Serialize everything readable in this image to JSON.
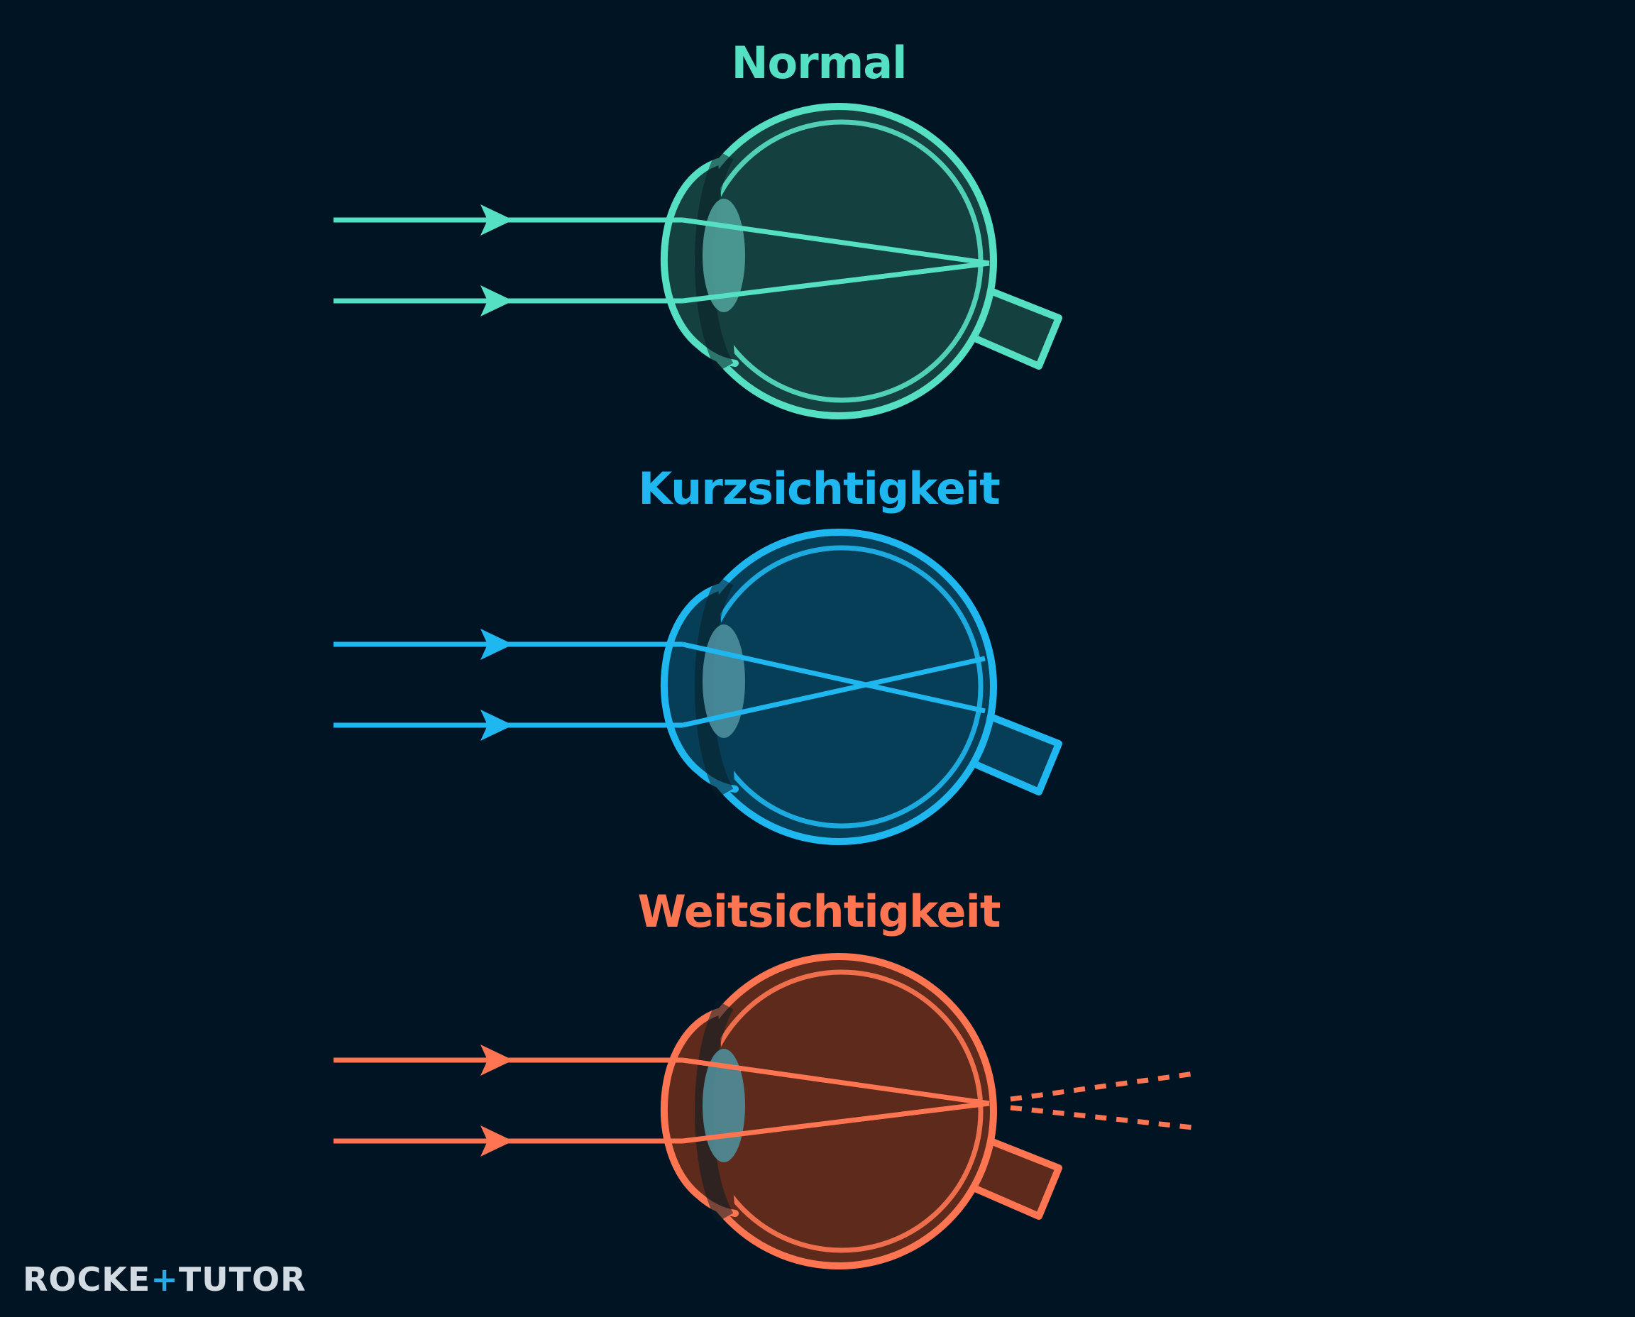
{
  "diagram": {
    "panels": [
      {
        "id": "normal",
        "title": "Normal",
        "color": "#56e0c3",
        "fill": "#14413f",
        "lens_fill": "#4f9f99",
        "rays_cross_before_retina": false,
        "rays_extend_behind_eye": false
      },
      {
        "id": "kurzsichtigkeit",
        "title": "Kurzsichtigkeit",
        "color": "#1fb7ef",
        "fill": "#063e58",
        "lens_fill": "#4d8e9f",
        "rays_cross_before_retina": true,
        "rays_extend_behind_eye": false
      },
      {
        "id": "weitsichtigkeit",
        "title": "Weitsichtigkeit",
        "color": "#ff7552",
        "fill": "#5e2a1b",
        "lens_fill": "#4f8d98",
        "rays_cross_before_retina": false,
        "rays_extend_behind_eye": true
      }
    ]
  },
  "logo": {
    "left": "ROCKE",
    "plus": "+",
    "right": "TUTOR",
    "icon": "rocket-tutor-logo"
  }
}
